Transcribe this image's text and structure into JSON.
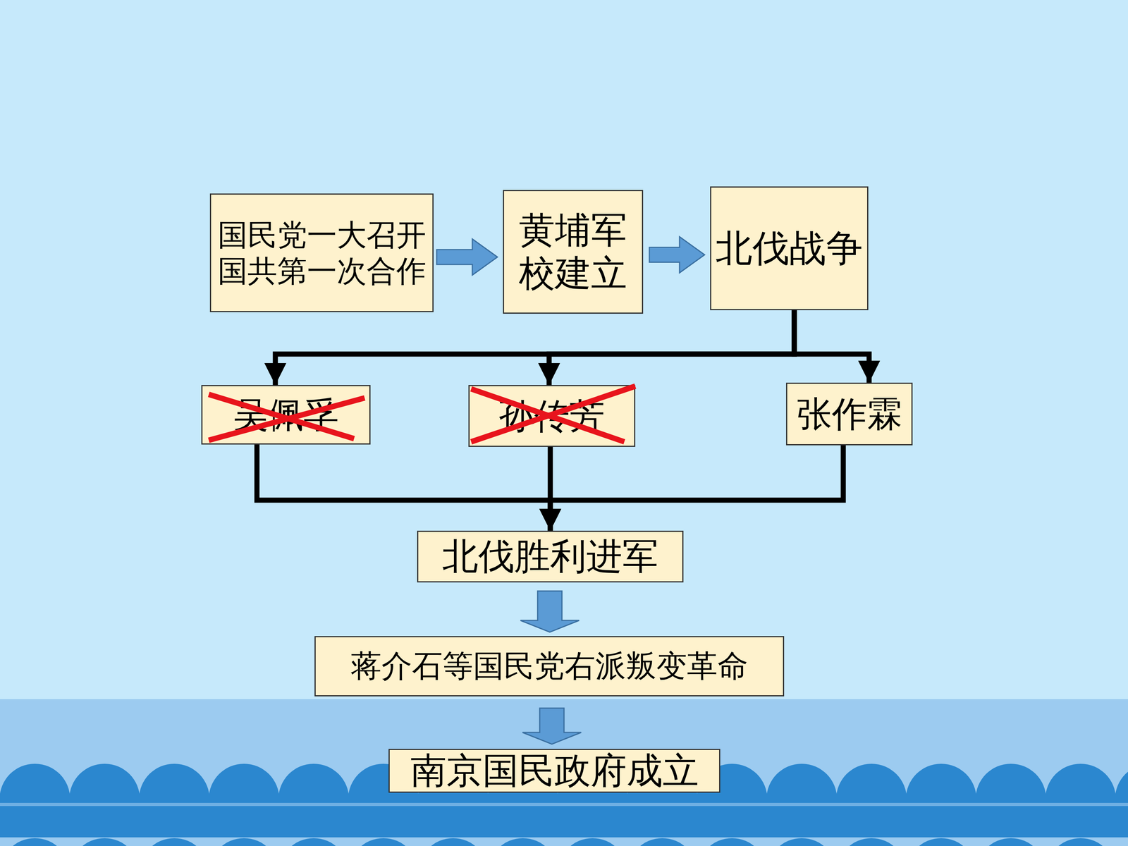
{
  "diagram": {
    "nodes": [
      {
        "text": [
          "国民党一大召开 国共第一次合作"
        ]
      },
      {
        "text": [
          "黄埔军 校建立"
        ]
      },
      {
        "text": [
          "北伐战争"
        ]
      },
      {
        "text": [
          "吴佩孚"
        ]
      },
      {
        "text": [
          "孙传芳"
        ]
      },
      {
        "text": [
          "张作霖"
        ]
      },
      {
        "text": [
          "北伐胜利进军"
        ]
      },
      {
        "text": [
          "蒋介石等国民党右派叛变革命"
        ]
      },
      {
        "text": [
          "南京国民政府成立"
        ]
      }
    ],
    "edges": [
      {
        "from": 0,
        "to": 1,
        "arrow": "to"
      },
      {
        "from": 1,
        "to": 2,
        "arrow": "to"
      },
      {
        "from": 2,
        "to": 3,
        "arrow": "to"
      },
      {
        "from": 2,
        "to": 4,
        "arrow": "to"
      },
      {
        "from": 2,
        "to": 5,
        "arrow": "to"
      },
      {
        "from": 3,
        "to": 6,
        "arrow": "to"
      },
      {
        "from": 4,
        "to": 6,
        "arrow": "to"
      },
      {
        "from": 5,
        "to": 6,
        "arrow": "to"
      },
      {
        "from": 6,
        "to": 7,
        "arrow": "to"
      },
      {
        "from": 7,
        "to": 8,
        "arrow": "to"
      }
    ]
  }
}
